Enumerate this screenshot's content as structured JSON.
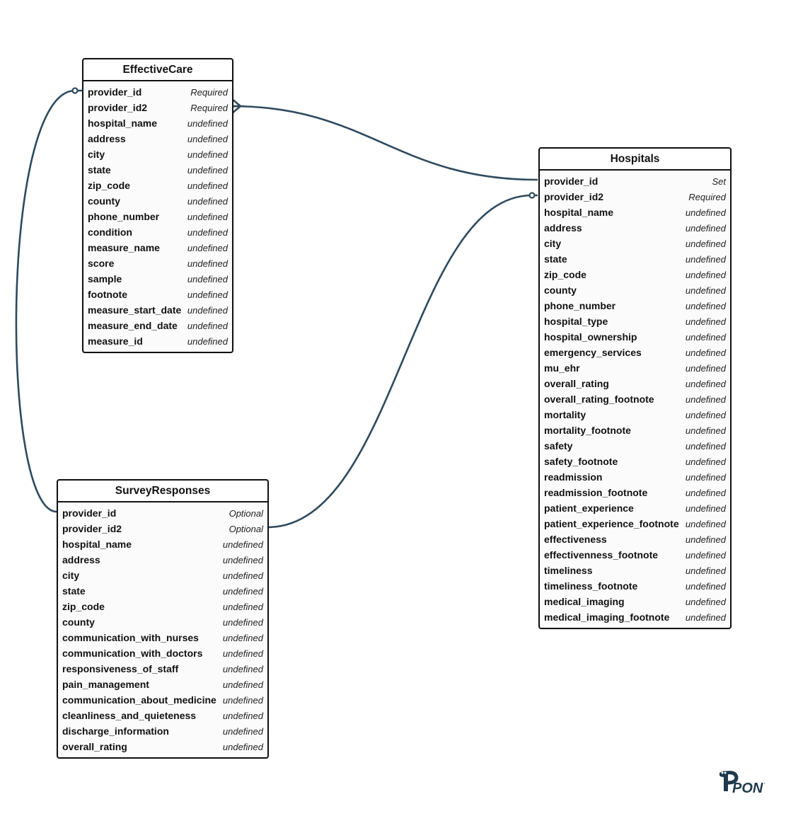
{
  "entities": {
    "effective_care": {
      "name": "EffectiveCare",
      "attributes": [
        {
          "name": "provider_id",
          "type": "Required"
        },
        {
          "name": "provider_id2",
          "type": "Required"
        },
        {
          "name": "hospital_name",
          "type": "undefined"
        },
        {
          "name": "address",
          "type": "undefined"
        },
        {
          "name": "city",
          "type": "undefined"
        },
        {
          "name": "state",
          "type": "undefined"
        },
        {
          "name": "zip_code",
          "type": "undefined"
        },
        {
          "name": "county",
          "type": "undefined"
        },
        {
          "name": "phone_number",
          "type": "undefined"
        },
        {
          "name": "condition",
          "type": "undefined"
        },
        {
          "name": "measure_name",
          "type": "undefined"
        },
        {
          "name": "score",
          "type": "undefined"
        },
        {
          "name": "sample",
          "type": "undefined"
        },
        {
          "name": "footnote",
          "type": "undefined"
        },
        {
          "name": "measure_start_date",
          "type": "undefined"
        },
        {
          "name": "measure_end_date",
          "type": "undefined"
        },
        {
          "name": "measure_id",
          "type": "undefined"
        }
      ]
    },
    "hospitals": {
      "name": "Hospitals",
      "attributes": [
        {
          "name": "provider_id",
          "type": "Set"
        },
        {
          "name": "provider_id2",
          "type": "Required"
        },
        {
          "name": "hospital_name",
          "type": "undefined"
        },
        {
          "name": "address",
          "type": "undefined"
        },
        {
          "name": "city",
          "type": "undefined"
        },
        {
          "name": "state",
          "type": "undefined"
        },
        {
          "name": "zip_code",
          "type": "undefined"
        },
        {
          "name": "county",
          "type": "undefined"
        },
        {
          "name": "phone_number",
          "type": "undefined"
        },
        {
          "name": "hospital_type",
          "type": "undefined"
        },
        {
          "name": "hospital_ownership",
          "type": "undefined"
        },
        {
          "name": "emergency_services",
          "type": "undefined"
        },
        {
          "name": "mu_ehr",
          "type": "undefined"
        },
        {
          "name": "overall_rating",
          "type": "undefined"
        },
        {
          "name": "overall_rating_footnote",
          "type": "undefined"
        },
        {
          "name": "mortality",
          "type": "undefined"
        },
        {
          "name": "mortality_footnote",
          "type": "undefined"
        },
        {
          "name": "safety",
          "type": "undefined"
        },
        {
          "name": "safety_footnote",
          "type": "undefined"
        },
        {
          "name": "readmission",
          "type": "undefined"
        },
        {
          "name": "readmission_footnote",
          "type": "undefined"
        },
        {
          "name": "patient_experience",
          "type": "undefined"
        },
        {
          "name": "patient_experience_footnote",
          "type": "undefined"
        },
        {
          "name": "effectiveness",
          "type": "undefined"
        },
        {
          "name": "effectivenness_footnote",
          "type": "undefined"
        },
        {
          "name": "timeliness",
          "type": "undefined"
        },
        {
          "name": "timeliness_footnote",
          "type": "undefined"
        },
        {
          "name": "medical_imaging",
          "type": "undefined"
        },
        {
          "name": "medical_imaging_footnote",
          "type": "undefined"
        }
      ]
    },
    "survey_responses": {
      "name": "SurveyResponses",
      "attributes": [
        {
          "name": "provider_id",
          "type": "Optional"
        },
        {
          "name": "provider_id2",
          "type": "Optional"
        },
        {
          "name": "hospital_name",
          "type": "undefined"
        },
        {
          "name": "address",
          "type": "undefined"
        },
        {
          "name": "city",
          "type": "undefined"
        },
        {
          "name": "state",
          "type": "undefined"
        },
        {
          "name": "zip_code",
          "type": "undefined"
        },
        {
          "name": "county",
          "type": "undefined"
        },
        {
          "name": "communication_with_nurses",
          "type": "undefined"
        },
        {
          "name": "communication_with_doctors",
          "type": "undefined"
        },
        {
          "name": "responsiveness_of_staff",
          "type": "undefined"
        },
        {
          "name": "pain_management",
          "type": "undefined"
        },
        {
          "name": "communication_about_medicine",
          "type": "undefined"
        },
        {
          "name": "cleanliness_and_quieteness",
          "type": "undefined"
        },
        {
          "name": "discharge_information",
          "type": "undefined"
        },
        {
          "name": "overall_rating",
          "type": "undefined"
        }
      ]
    }
  },
  "relationships": [
    {
      "from": "EffectiveCare.provider_id2",
      "to": "Hospitals.provider_id",
      "from_end": "many",
      "to_end": "one"
    },
    {
      "from": "SurveyResponses.provider_id2",
      "to": "Hospitals.provider_id2",
      "from_end": "one",
      "to_end": "optional"
    },
    {
      "from": "SurveyResponses.provider_id",
      "to": "EffectiveCare.provider_id",
      "from_end": "one",
      "to_end": "optional"
    }
  ],
  "colors": {
    "connector": "#2e4a5e",
    "border": "#111111"
  },
  "logo": {
    "text": "PONY",
    "icon": "pony-logo"
  }
}
